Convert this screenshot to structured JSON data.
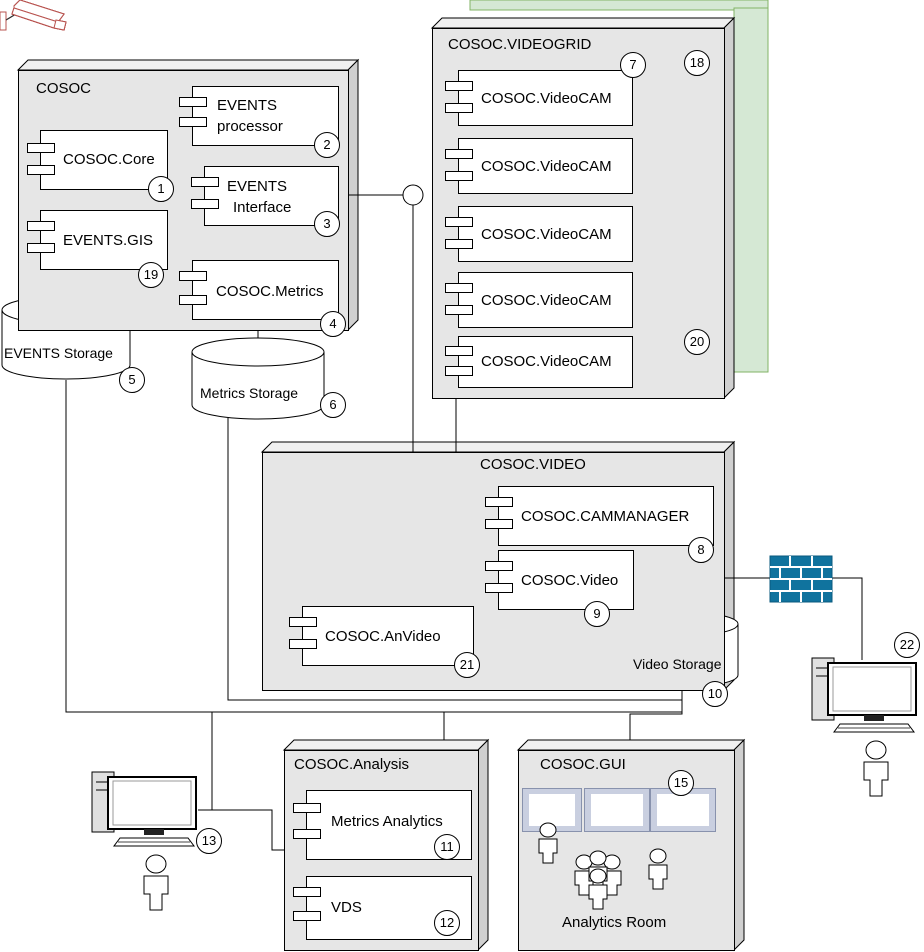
{
  "nodes": {
    "cosoc": "COSOC",
    "videogrid": "COSOC.VIDEOGRID",
    "video": "COSOC.VIDEO",
    "analysis": "COSOC.Analysis",
    "gui": "COSOC.GUI"
  },
  "components": {
    "events_processor": [
      "EVENTS",
      "processor"
    ],
    "core": "COSOC.Core",
    "events_interface": [
      "EVENTS",
      "Interface"
    ],
    "events_gis": "EVENTS.GIS",
    "metrics": "COSOC.Metrics",
    "videocam": "COSOC.VideoCAM",
    "cammanager": "COSOC.CAMMANAGER",
    "video": "COSOC.Video",
    "anvideo": "COSOC.AnVideo",
    "metrics_analytics": "Metrics Analytics",
    "vds": "VDS"
  },
  "storages": {
    "events": "EVENTS Storage",
    "metrics": "Metrics  Storage",
    "video": "Video Storage"
  },
  "labels": {
    "analytics_room": "Analytics Room"
  },
  "badges": {
    "b1": "1",
    "b2": "2",
    "b3": "3",
    "b4": "4",
    "b5": "5",
    "b6": "6",
    "b7": "7",
    "b8": "8",
    "b9": "9",
    "b10": "10",
    "b11": "11",
    "b12": "12",
    "b13": "13",
    "b15": "15",
    "b18": "18",
    "b19": "19",
    "b20": "20",
    "b21": "21",
    "b22": "22"
  },
  "colors": {
    "node_fill": "#e6e6e6",
    "node_top": "#f0f0f0",
    "node_side": "#d0d0d0",
    "grid_shadow": "#d5e8d4",
    "grid_shadow_border": "#82b366",
    "firewall": "#10739e",
    "camera": "#b85450"
  }
}
